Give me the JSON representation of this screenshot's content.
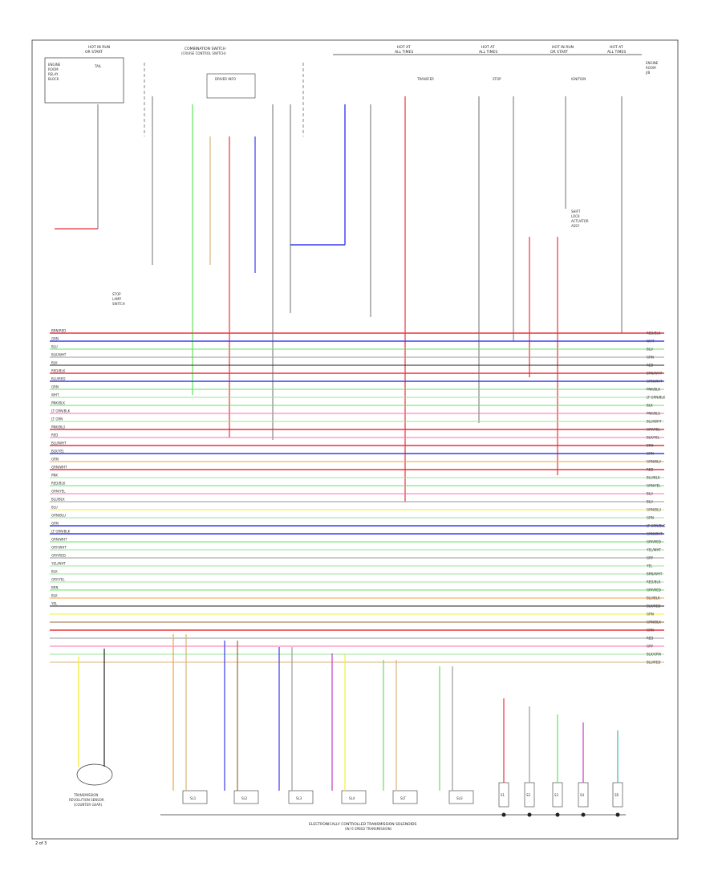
{
  "header": {
    "fuse_blocks": [
      {
        "line1": "HOT AT",
        "line2": "ALL TIMES"
      },
      {
        "line1": "HOT AT",
        "line2": "ALL TIMES"
      },
      {
        "line1": "HOT IN RUN",
        "line2": "OR START"
      },
      {
        "line1": "HOT AT",
        "line2": "ALL TIMES"
      },
      {
        "line1": "HOT IN RUN",
        "line2": "OR START"
      }
    ],
    "ecm_label_line1": "COMBINATION SWITCH",
    "ecm_label_line2": "(CRUISE CONTROL SWITCH)",
    "driver_info_label": "DRIVER INFO",
    "stop_lamp_label_lines": [
      "STOP",
      "LAMP",
      "SWITCH"
    ],
    "shift_lock_label_lines": [
      "SHIFT",
      "LOCK",
      "ACTUATOR",
      "ASSY"
    ],
    "right_box_label_lines": [
      "ENGINE",
      "ROOM",
      "J/B"
    ],
    "top_left_box_lines": [
      "ENGINE",
      "ROOM",
      "RELAY",
      "BLOCK"
    ],
    "stop_label": "STOP",
    "transfer_label": "TRANSFER",
    "ignition_label": "IGNITION",
    "tail_label": "TAIL"
  },
  "bottom": {
    "solenoid_label_line1": "ELECTRONICALLY CONTROLLED TRANSMISSION SOLENOIDS",
    "solenoid_label_line2": "(W/ 6 SPEED TRANSMISSION)",
    "sensor_label_lines": [
      "TRANSMISSION",
      "REVOLUTION SENSOR",
      "(COUNTER GEAR)"
    ],
    "solenoid_names": [
      "SL1",
      "SL2",
      "SL3",
      "SL4",
      "SLT",
      "SLU"
    ],
    "small_solenoid_names": [
      "S1",
      "S2",
      "S3",
      "S4",
      "SR"
    ],
    "page_ref": "2 of 3"
  },
  "wires": {
    "left_labels": [
      "BRN/RED",
      "GRN",
      "BLU",
      "BLK/WHT",
      "BLK",
      "RED/BLK",
      "BLU/RED",
      "GRN",
      "WHT",
      "PNK/BLK",
      "LT GRN/BLK",
      "LT GRN",
      "PNK/BLU",
      "RED",
      "BLU/WHT",
      "BLK/YEL",
      "GRN",
      "GRN/WHT",
      "PNK",
      "RED/BLK",
      "GRN/YEL",
      "BLU/BLK",
      "BLU",
      "GRN/BLU",
      "GRN",
      "LT GRN/BLK",
      "GRN/WHT",
      "GRY/WHT",
      "GRY/RED",
      "YEL/WHT",
      "BLK",
      "GRY/YEL",
      "BRN",
      "BLK",
      "YEL"
    ],
    "right_labels": [
      "RED/BLK",
      "WHT",
      "BLU",
      "GRN",
      "RED",
      "BRN/WHT",
      "GRN/WHT",
      "PNK/BLK",
      "LT GRN/BLK",
      "BLK",
      "PNK/BLU",
      "BLU/WHT",
      "GRY/YEL",
      "BLK/YEL",
      "BRN",
      "GRN",
      "GRN/BLU",
      "RED",
      "BLU/BLK",
      "GRN/YEL",
      "BLU",
      "BLU",
      "GRN/BLU",
      "GRN",
      "LT GRN/BLK",
      "GRN/WHT",
      "GRY/RED",
      "YEL/WHT",
      "GRY",
      "YEL",
      "BRN/WHT",
      "RED/BLK",
      "GRY/RED",
      "BLU/BLK",
      "BLK/RED",
      "GRN",
      "GRN/BLK",
      "GRN",
      "RED",
      "GRY",
      "BLK/GRN",
      "BLU/RED"
    ],
    "colors": {
      "red": "#e8323c",
      "blue": "#3b3bf0",
      "green": "#5fe35f",
      "lightgreen": "#9be39b",
      "yellow": "#f2ee3a",
      "orange": "#f2a23a",
      "pink": "#ff6fa8",
      "brown": "#9a6a3a",
      "black": "#222222",
      "gray": "#9a9a9a",
      "purple": "#c03cc0",
      "teal": "#3cb6b0",
      "tan": "#d9b27a"
    }
  }
}
